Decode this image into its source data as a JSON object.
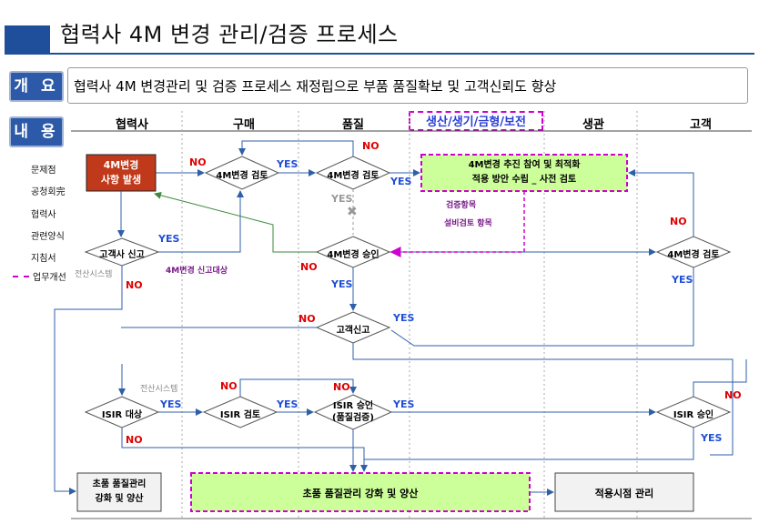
{
  "title": "협력사 4M 변경 관리/검증 프로세스",
  "overview": {
    "tag": "개 요",
    "text": "협력사 4M 변경관리 및 검증 프로세스 재정립으로  부품 품질확보 및 고객신뢰도 향상"
  },
  "content_tag": "내 용",
  "columns": [
    "협력사",
    "구매",
    "품질",
    "생산/생기/금형/보전",
    "생관",
    "고객"
  ],
  "legend": [
    "문제점",
    "공청회完",
    "협력사",
    "관련양식",
    "지침서",
    "업무개선"
  ],
  "nodes": {
    "change_occur": "4M변경\n사항 발생",
    "purchase_review": "4M변경 검토",
    "quality_review": "4M변경 검토",
    "production_box": "4M변경 추진 참여 및 최적화\n적용 방안 수립 _ 사전 검토",
    "supplier_report": "고객사 신고",
    "quality_approve": "4M변경 승인",
    "customer_review": "4M변경 검토",
    "customer_report": "고객신고",
    "isir_target": "ISIR 대상",
    "isir_review": "ISIR 검토",
    "isir_approve": "ISIR 승인\n(품질검증)",
    "isir_customer": "ISIR 승인",
    "initial_supplier": "초품 품질관리\n강화 및 양산",
    "initial_quality": "초품 품질관리 강화 및 양산",
    "apply_time": "적용시점 관리"
  },
  "labels": {
    "yes": "YES",
    "no": "NO",
    "check_items": "검증항목",
    "equip_items": "설비검토 항목",
    "report_target": "4M변경 신고대상",
    "edp_system": "전산시스템"
  },
  "colors": {
    "accent": "#1f4e9a",
    "change_fill": "#c0391b",
    "green_fill": "#ccff99",
    "purple_dash": "#d000d0"
  }
}
